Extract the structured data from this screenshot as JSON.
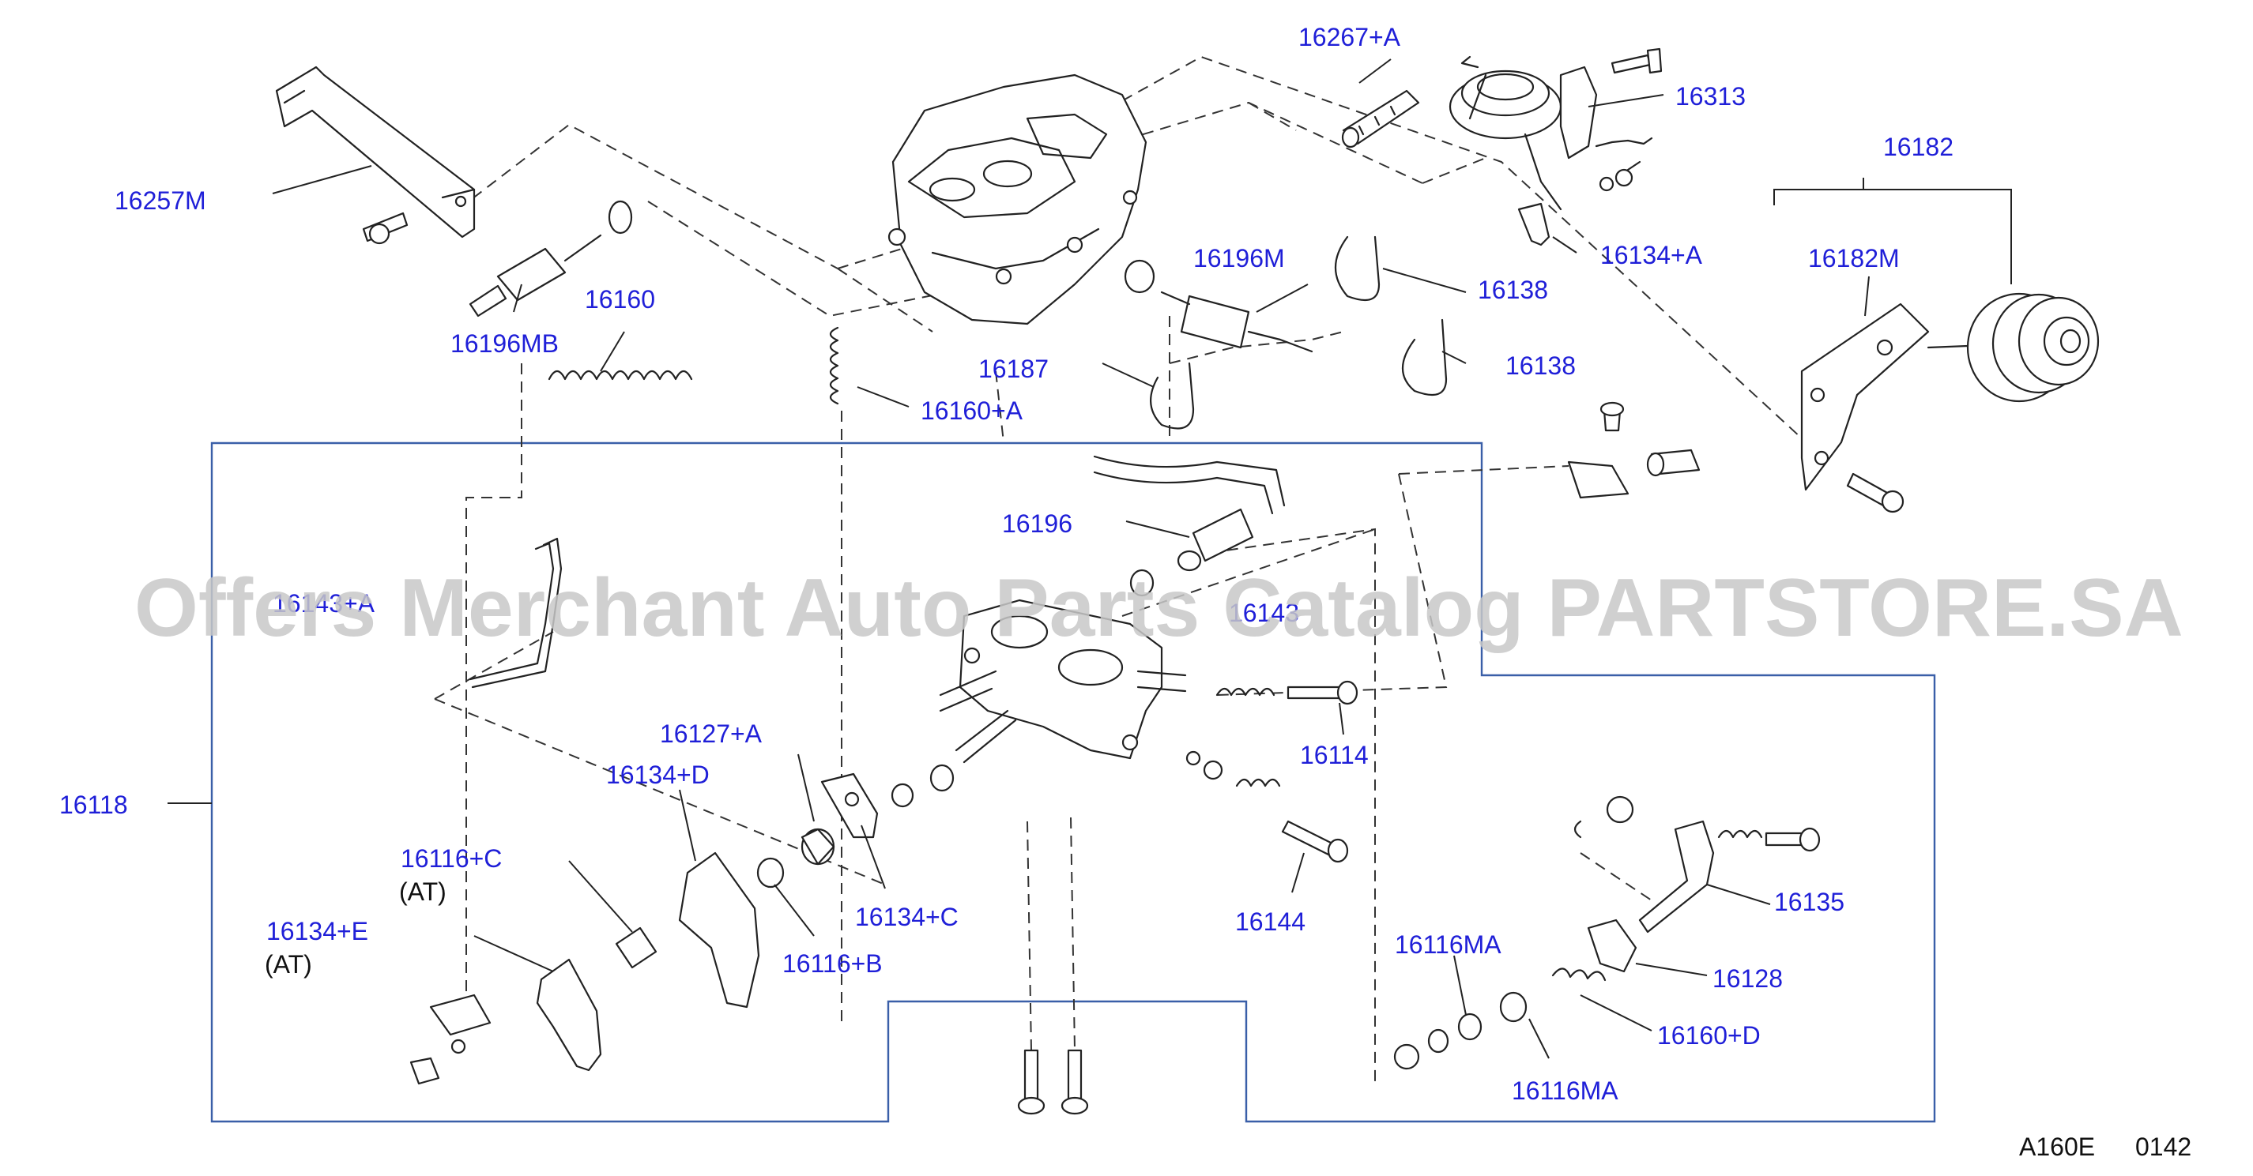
{
  "diagram": {
    "code": "A160E",
    "sheet": "0142",
    "watermark": "Offers Merchant Auto Parts Catalog PARTSTORE.SA",
    "colors": {
      "label": "#1f1fd8",
      "outline": "#222222",
      "group_box": "#3a5fa8",
      "watermark": "#c8c8c8"
    }
  },
  "labels": {
    "p16267A": "16267+A",
    "p16313": "16313",
    "p16257M": "16257M",
    "p16182": "16182",
    "p16182M": "16182M",
    "p16134A": "16134+A",
    "p16196M": "16196M",
    "p16138a": "16138",
    "p16138b": "16138",
    "p16160": "16160",
    "p16196MB": "16196MB",
    "p16187": "16187",
    "p16160A": "16160+A",
    "p16196": "16196",
    "p16143A": "16143+A",
    "p16143": "16143",
    "p16114": "16114",
    "p16118": "16118",
    "p16127A": "16127+A",
    "p16134D": "16134+D",
    "p16116C": "16116+C",
    "at1": "(AT)",
    "p16134E": "16134+E",
    "at2": "(AT)",
    "p16134C": "16134+C",
    "p16116B": "16116+B",
    "p16144": "16144",
    "p16135": "16135",
    "p16116MA1": "16116MA",
    "p16128": "16128",
    "p16160D": "16160+D",
    "p16116MA2": "16116MA"
  }
}
